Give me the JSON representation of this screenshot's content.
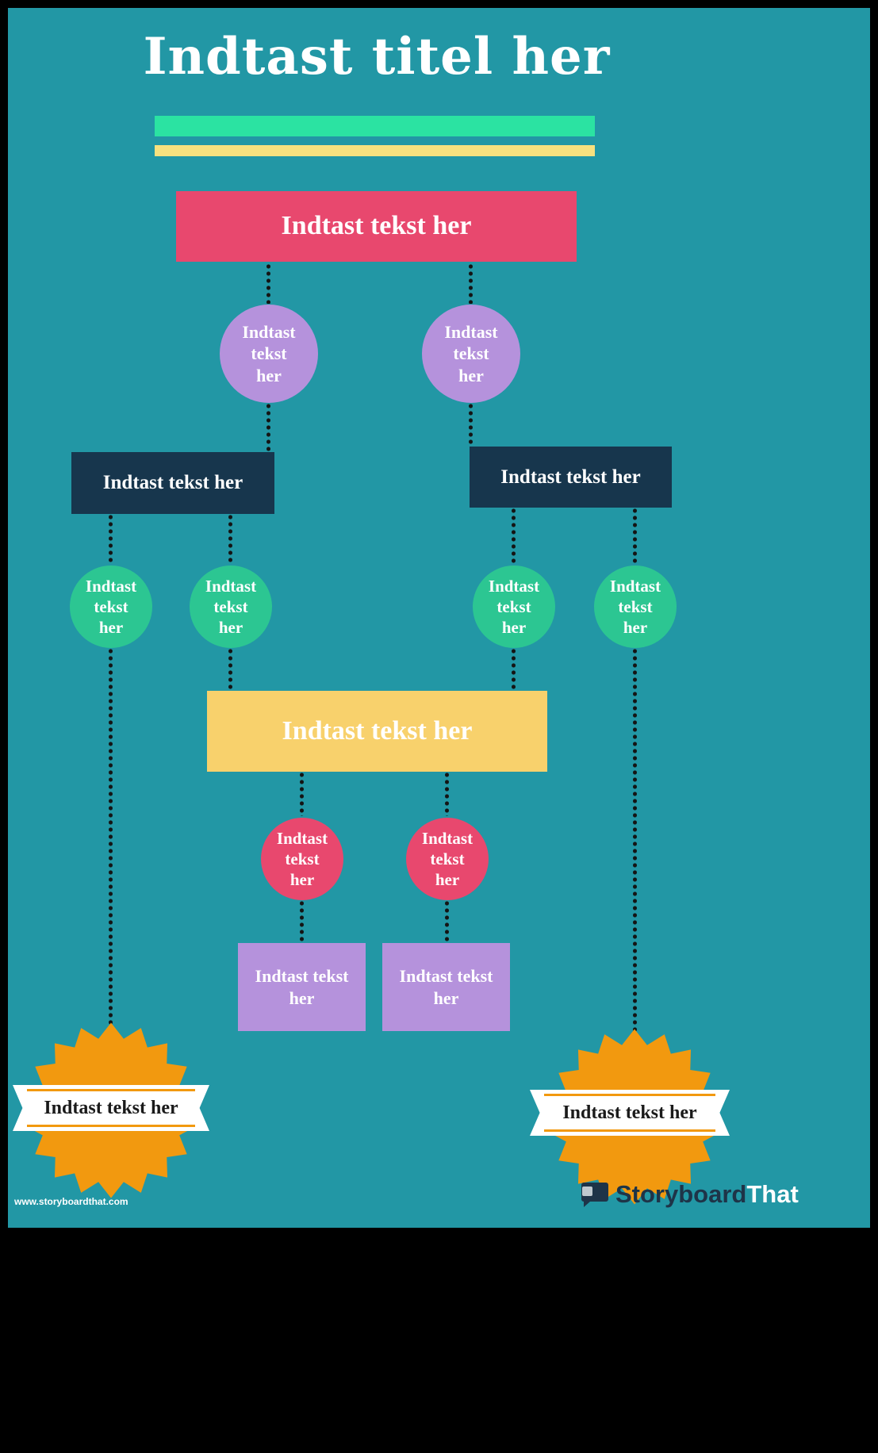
{
  "poster": {
    "title": "Indtast titel her"
  },
  "flowchart": {
    "root": {
      "label": "Indtast tekst her"
    },
    "branch_circles": [
      {
        "label": "Indtast tekst her"
      },
      {
        "label": "Indtast tekst her"
      }
    ],
    "branch_boxes": [
      {
        "label": "Indtast tekst her"
      },
      {
        "label": "Indtast tekst her"
      }
    ],
    "sub_circles": [
      {
        "label": "Indtast tekst her"
      },
      {
        "label": "Indtast tekst her"
      },
      {
        "label": "Indtast tekst her"
      },
      {
        "label": "Indtast tekst her"
      }
    ],
    "merge_box": {
      "label": "Indtast tekst her"
    },
    "detail_circles": [
      {
        "label": "Indtast tekst her"
      },
      {
        "label": "Indtast tekst her"
      }
    ],
    "detail_boxes": [
      {
        "label": "Indtast tekst her"
      },
      {
        "label": "Indtast tekst her"
      }
    ],
    "badges": [
      {
        "label": "Indtast tekst her"
      },
      {
        "label": "Indtast tekst her"
      }
    ]
  },
  "footer": {
    "website": "www.storyboardthat.com",
    "logo": {
      "first": "Storyboard",
      "second": "That"
    }
  },
  "colors": {
    "background_teal": "#2297A5",
    "frame_black": "#000000",
    "title_text": "#FFFFFF",
    "bar_green": "#2BE3A2",
    "bar_yellow": "#F7E17F",
    "node_pink": "#E8486E",
    "node_purple": "#B592DC",
    "node_navy": "#17364D",
    "node_green": "#2CC692",
    "node_yellow": "#F8D16C",
    "badge_orange": "#F2990F",
    "ribbon_white": "#FFFFFF",
    "badge_text": "#1A1A1A",
    "connector_dots": "#141414",
    "logo_dark": "#1E3448"
  }
}
